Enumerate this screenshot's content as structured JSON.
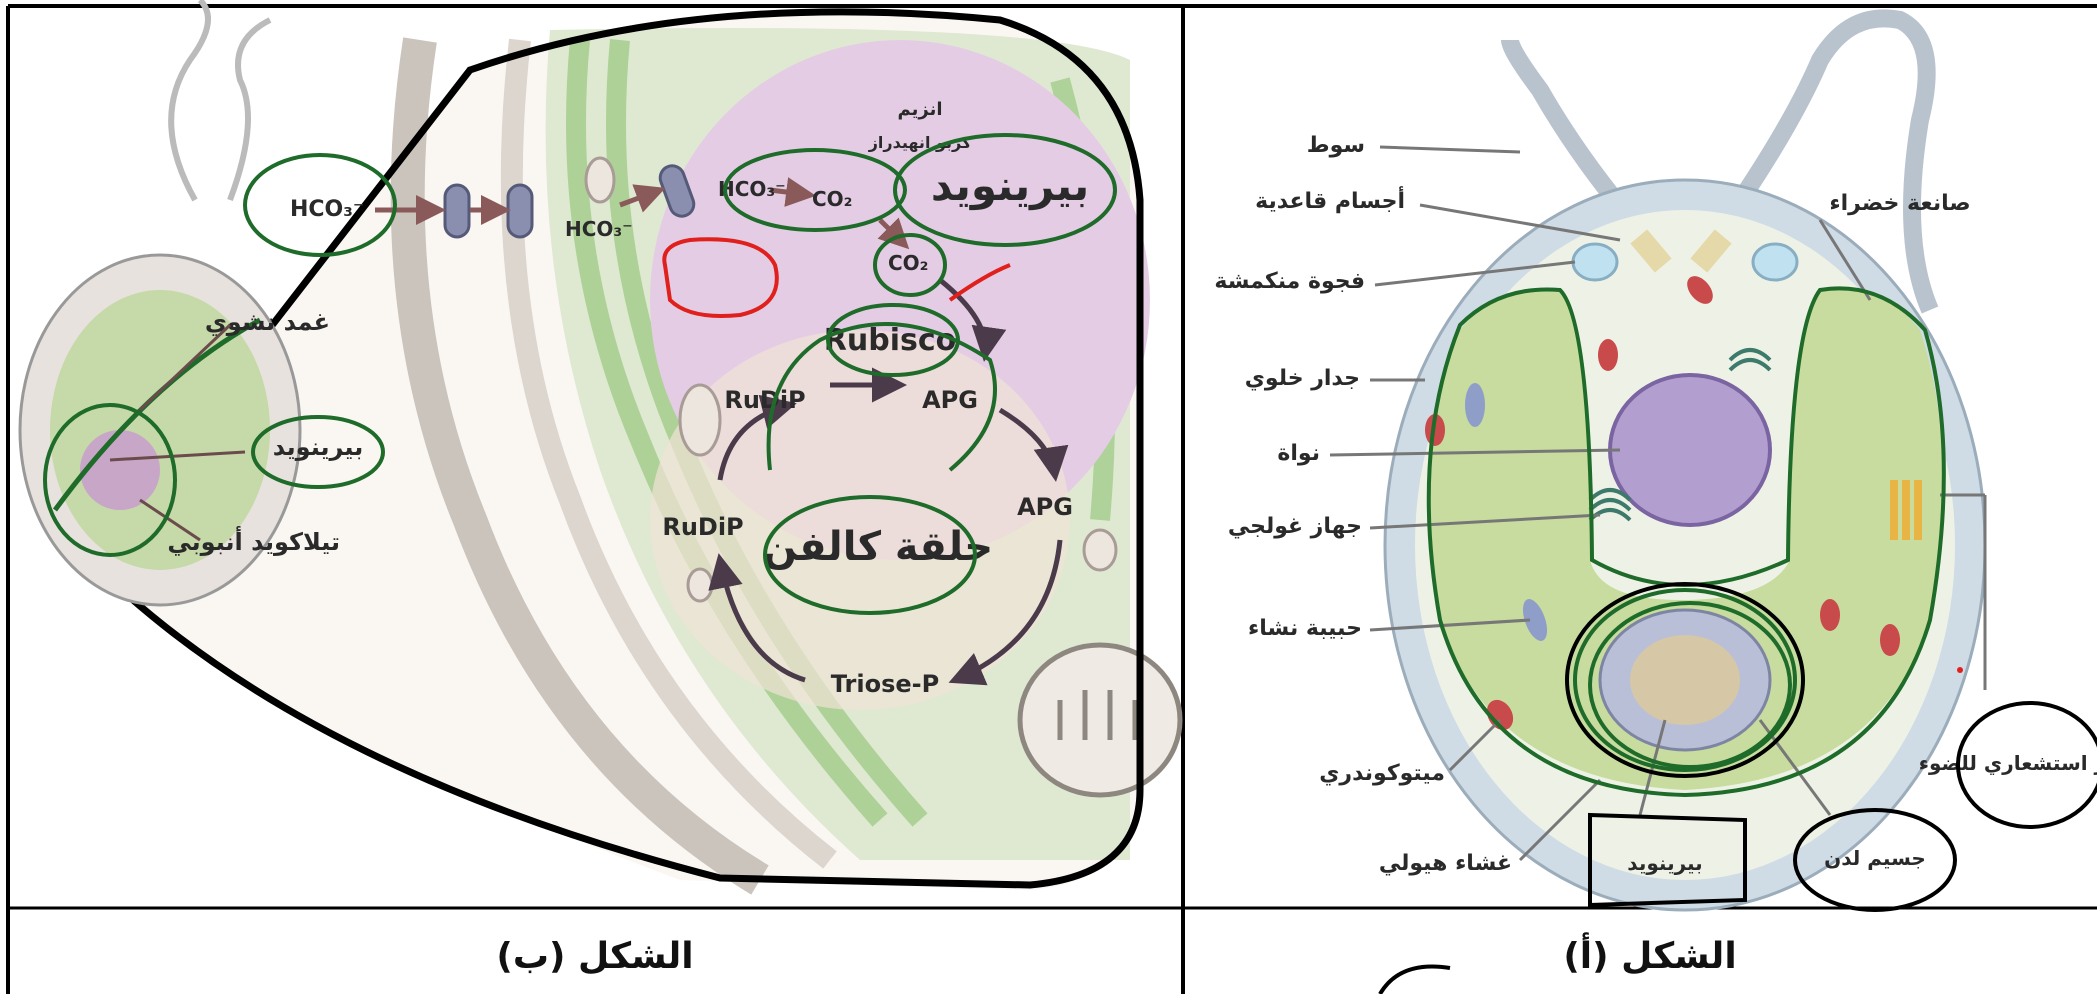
{
  "panel_b": {
    "caption": "الشكل (ب)",
    "labels": {
      "hco3_outer": "HCO₃⁻",
      "hco3_mid": "HCO₃⁻",
      "hco3_inner": "HCO₃⁻",
      "co2_a": "CO₂",
      "co2_b": "CO₂",
      "enzyme": "انزيم",
      "enzyme2": "كربو انهيدراز",
      "pyrenoid_big": "بيرينويد",
      "rubisco": "Rubisco",
      "rudip_top": "RuDiP",
      "apg_top": "APG",
      "apg_right": "APG",
      "rudip_left": "RuDiP",
      "calvin": "حلقة كالفن",
      "triose": "Triose-P",
      "starch_plate": "غمد نشوي",
      "pyrenoid_small": "بيرينويد",
      "thylakoid": "تيلاكويد أنبوبي"
    }
  },
  "panel_a": {
    "caption": "الشكل (أ)",
    "labels": {
      "flagellum": "سوط",
      "basal_bodies": "أجسام قاعدية",
      "contractile_vacuole": "فجوة منكمشة",
      "cell_wall": "جدار خلوي",
      "nucleus": "نواة",
      "golgi": "جهاز غولجي",
      "starch_grain": "حبيبة نشاء",
      "mitochondria": "ميتوكوندري",
      "plasma_membrane": "غشاء هيولي",
      "chloroplast": "صانعة خضراء",
      "eyespot": "جهاز استشعاري للضوء",
      "lipid_body": "جسيم لدن",
      "pyrenoid": "بيرينويد"
    }
  },
  "colors": {
    "ink_green": "#1e6b2a",
    "ink_red": "#e0201c",
    "ink_black": "#000000",
    "stroma_pink": "#e4cde4",
    "thylakoid_green": "#a9cf92",
    "membrane_gray": "#cfc8c0"
  }
}
